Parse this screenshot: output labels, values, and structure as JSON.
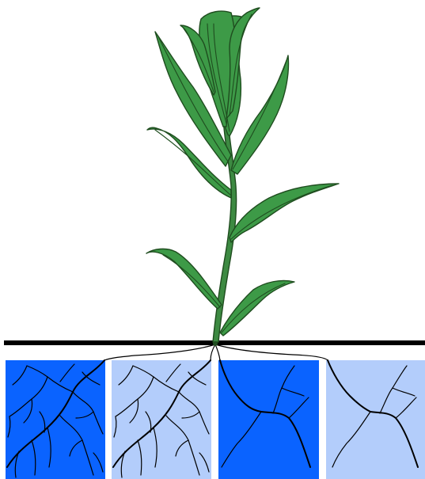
{
  "colors": {
    "background": "#ffffff",
    "leaf": "#3d9a47",
    "leaf_outline": "#1f4d1f",
    "stem": "#3d8a42",
    "ground_line": "#000000",
    "root": "#000000",
    "panel_dark": "#0a63ff",
    "panel_light": "#b3cdfb"
  },
  "diagram": {
    "subject": "plant-with-root-systems",
    "panels": [
      {
        "id": "panel-1",
        "fill": "dark",
        "root_density": "high"
      },
      {
        "id": "panel-2",
        "fill": "light",
        "root_density": "high"
      },
      {
        "id": "panel-3",
        "fill": "dark",
        "root_density": "low"
      },
      {
        "id": "panel-4",
        "fill": "light",
        "root_density": "low"
      }
    ]
  }
}
